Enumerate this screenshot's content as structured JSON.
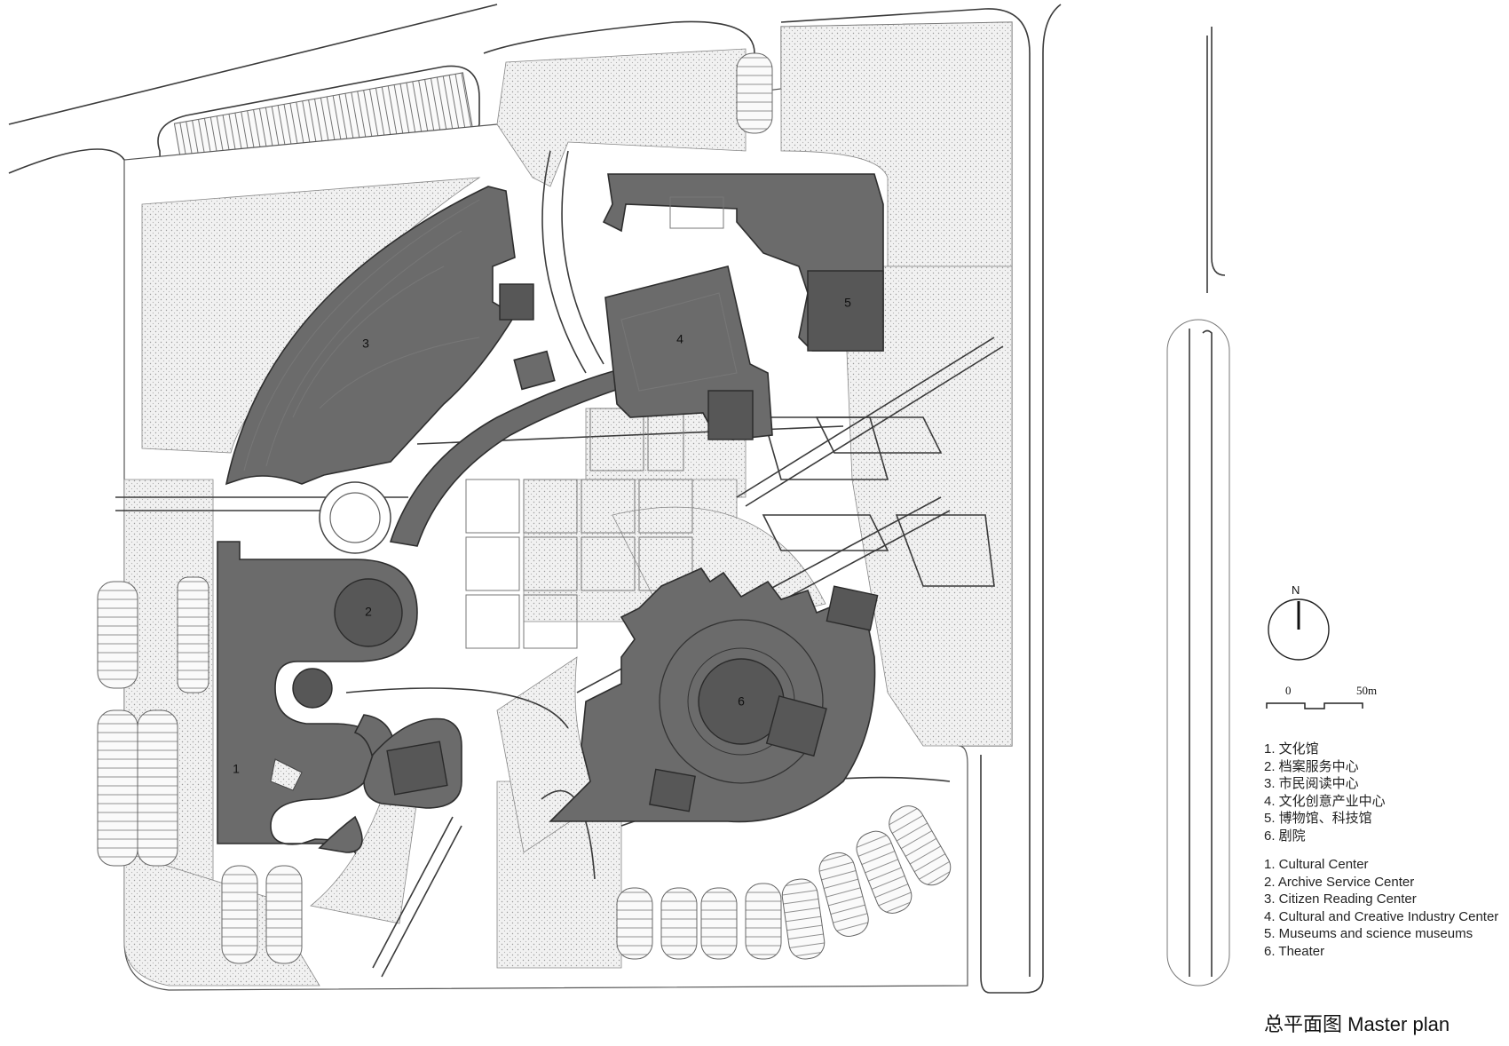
{
  "map": {
    "building_labels": [
      "1",
      "2",
      "3",
      "4",
      "5",
      "6"
    ]
  },
  "north_arrow": {
    "label": "N"
  },
  "scale_bar": {
    "start_label": "0",
    "end_label": "50m"
  },
  "legend": {
    "chinese": [
      "1. 文化馆",
      "2. 档案服务中心",
      "3. 市民阅读中心",
      "4. 文化创意产业中心",
      "5. 博物馆、科技馆",
      "6. 剧院"
    ],
    "english": [
      "1. Cultural Center",
      "2. Archive Service Center",
      "3. Citizen Reading Center",
      "4. Cultural and Creative Industry Center",
      "5. Museums and science museums",
      "6. Theater"
    ]
  },
  "title": "总平面图 Master plan"
}
